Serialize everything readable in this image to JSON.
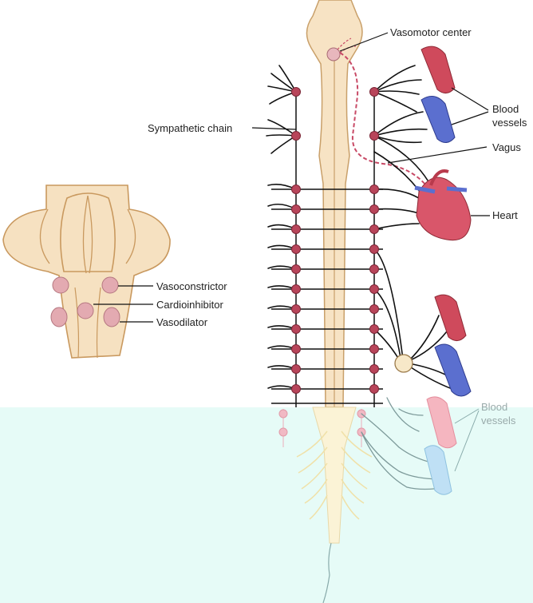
{
  "labels": {
    "vasomotor_center": "Vasomotor center",
    "sympathetic_chain": "Sympathetic chain",
    "blood_vessels_top_line1": "Blood",
    "blood_vessels_top_line2": "vessels",
    "vagus": "Vagus",
    "heart": "Heart",
    "vasoconstrictor": "Vasoconstrictor",
    "cardioinhibitor": "Cardioinhibitor",
    "vasodilator": "Vasodilator",
    "blood_vessels_bottom_line1": "Blood",
    "blood_vessels_bottom_line2": "vessels"
  },
  "colors": {
    "artery": "#cf4a5c",
    "vein": "#5b6fcf",
    "heart": "#d9566a",
    "ganglion": "#b8455a",
    "cord": "#f7e3c4",
    "faded_overlay": "#e6fbf7",
    "vagus_dashed": "#c84a66"
  }
}
